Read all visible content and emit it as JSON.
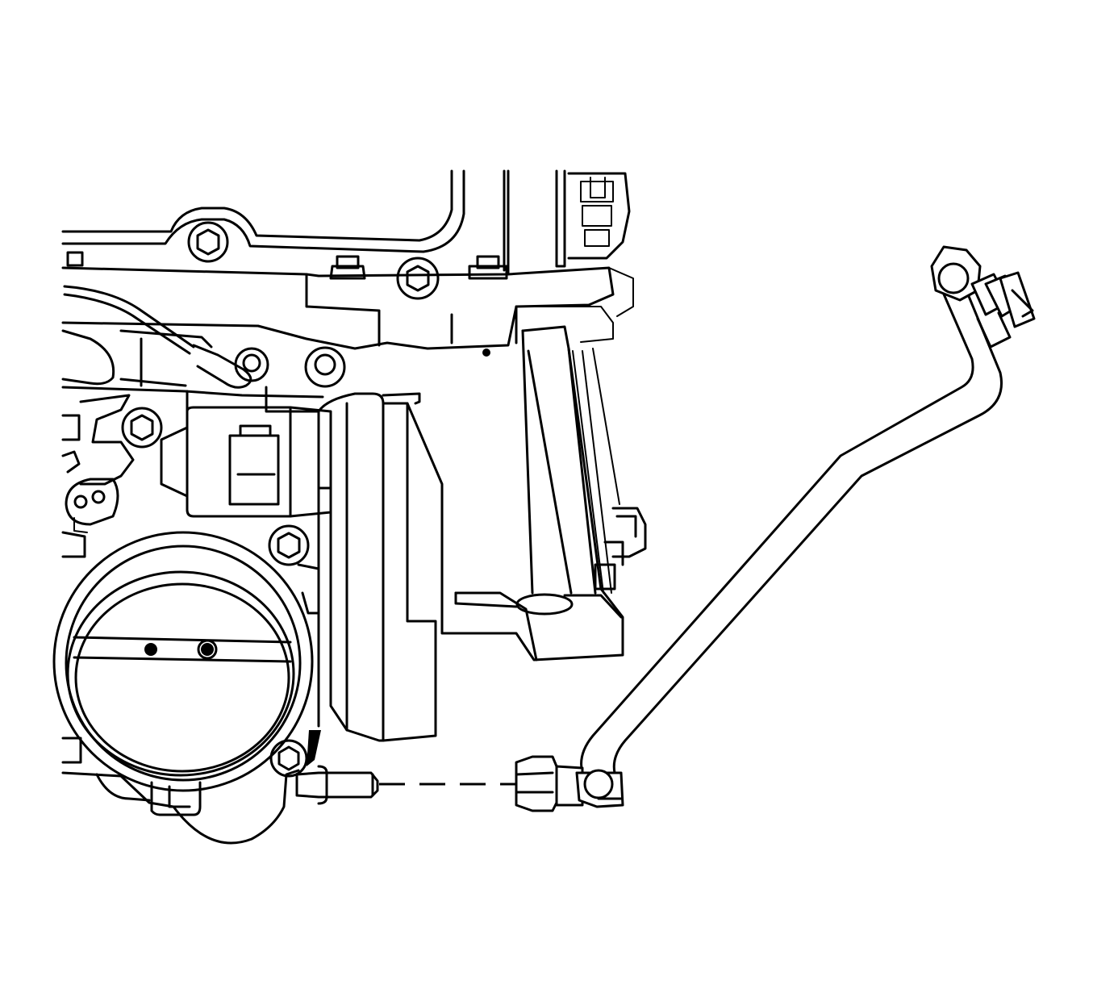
{
  "figure": {
    "kind": "technical-line-illustration",
    "colors": {
      "line": "#000000",
      "background": "#ffffff"
    },
    "parts": [
      "engine-upper-housing",
      "throttle-body",
      "throttle-actuator",
      "bracket-arm",
      "sensor-connector",
      "fuel-line-assembly",
      "hose-fitting",
      "dashed-connection-line"
    ]
  }
}
